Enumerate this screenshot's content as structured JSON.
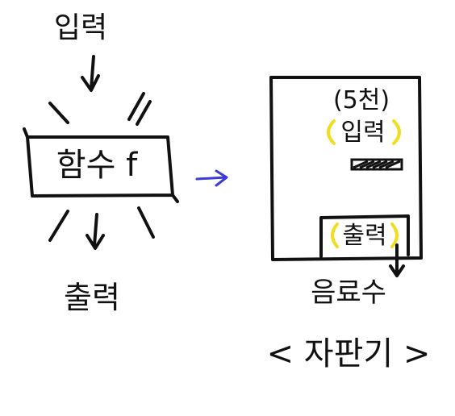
{
  "function_machine": {
    "input_label": "입력",
    "function_label": "함수 f",
    "output_label": "출력"
  },
  "vending_machine": {
    "price_label": "(5천)",
    "input_label": "입력",
    "output_label": "출력",
    "drink_label": "음료수",
    "caption": "< 자판기 >"
  },
  "colors": {
    "ink": "#111111",
    "arrow": "#3b3bd6",
    "highlight": "#f2dc1f"
  }
}
